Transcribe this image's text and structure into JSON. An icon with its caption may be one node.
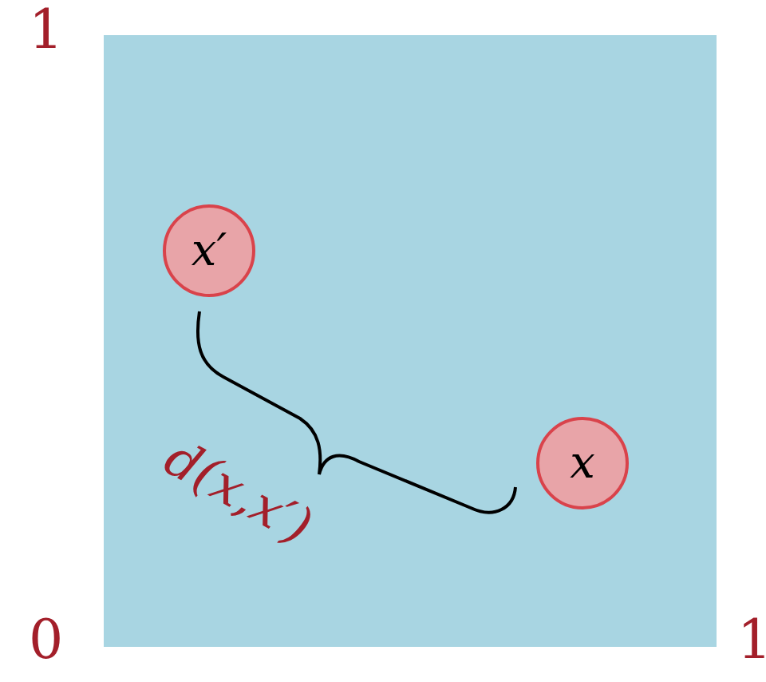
{
  "diagram": {
    "nodes": [
      {
        "text": [
          "x′"
        ]
      },
      {
        "text": [
          "x"
        ]
      }
    ],
    "labels": [
      "1",
      "d(x,x′)",
      "0",
      "1"
    ]
  }
}
